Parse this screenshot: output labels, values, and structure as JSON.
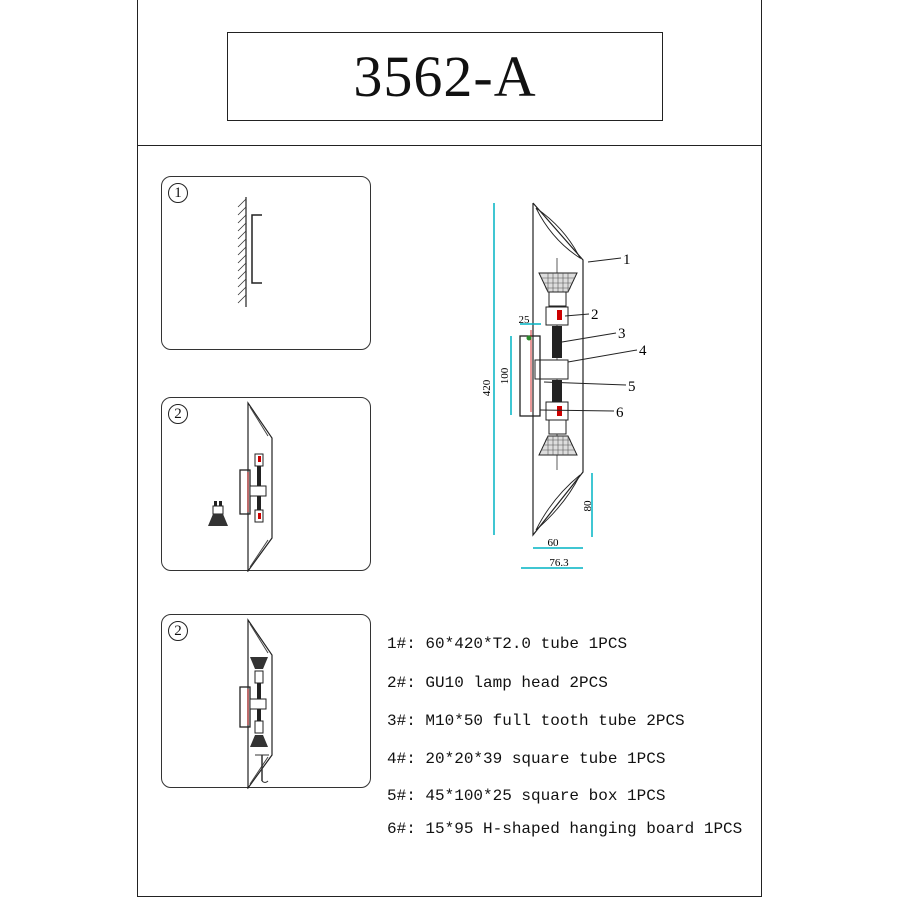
{
  "title": "3562-A",
  "steps": [
    {
      "number": "1"
    },
    {
      "number": "2"
    },
    {
      "number": "2"
    }
  ],
  "main_drawing": {
    "dimensions": {
      "height_total": "420",
      "bracket_height": "100",
      "bracket_depth": "25",
      "end_cap": "80",
      "tube_width": "60",
      "overall_depth": "76.3"
    },
    "callouts": [
      "1",
      "2",
      "3",
      "4",
      "5",
      "6"
    ],
    "accent_color": "#00b4c4"
  },
  "parts": [
    "1#: 60*420*T2.0 tube 1PCS",
    "2#: GU10 lamp head 2PCS",
    "3#: M10*50 full tooth tube 2PCS",
    "4#: 20*20*39 square tube 1PCS",
    "5#: 45*100*25 square box 1PCS",
    "6#: 15*95 H-shaped hanging board 1PCS"
  ]
}
